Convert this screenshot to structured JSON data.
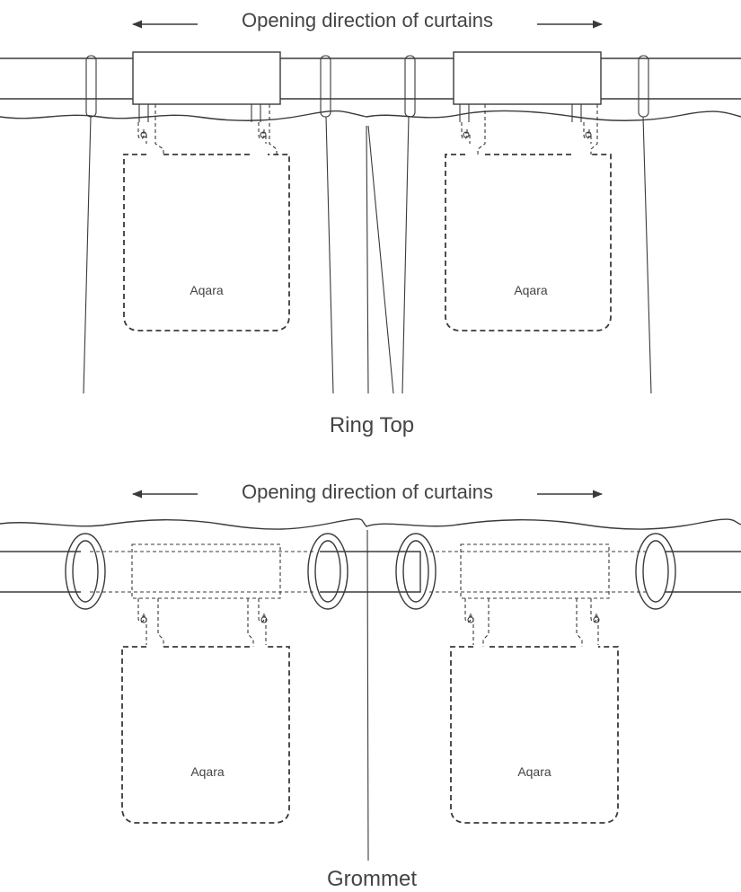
{
  "ring_top": {
    "direction_label": "Opening direction of curtains",
    "caption": "Ring Top",
    "device_logo_left": "Aqara",
    "device_logo_right": "Aqara"
  },
  "grommet": {
    "direction_label": "Opening direction of curtains",
    "caption": "Grommet",
    "device_logo_left": "Aqara",
    "device_logo_right": "Aqara"
  }
}
